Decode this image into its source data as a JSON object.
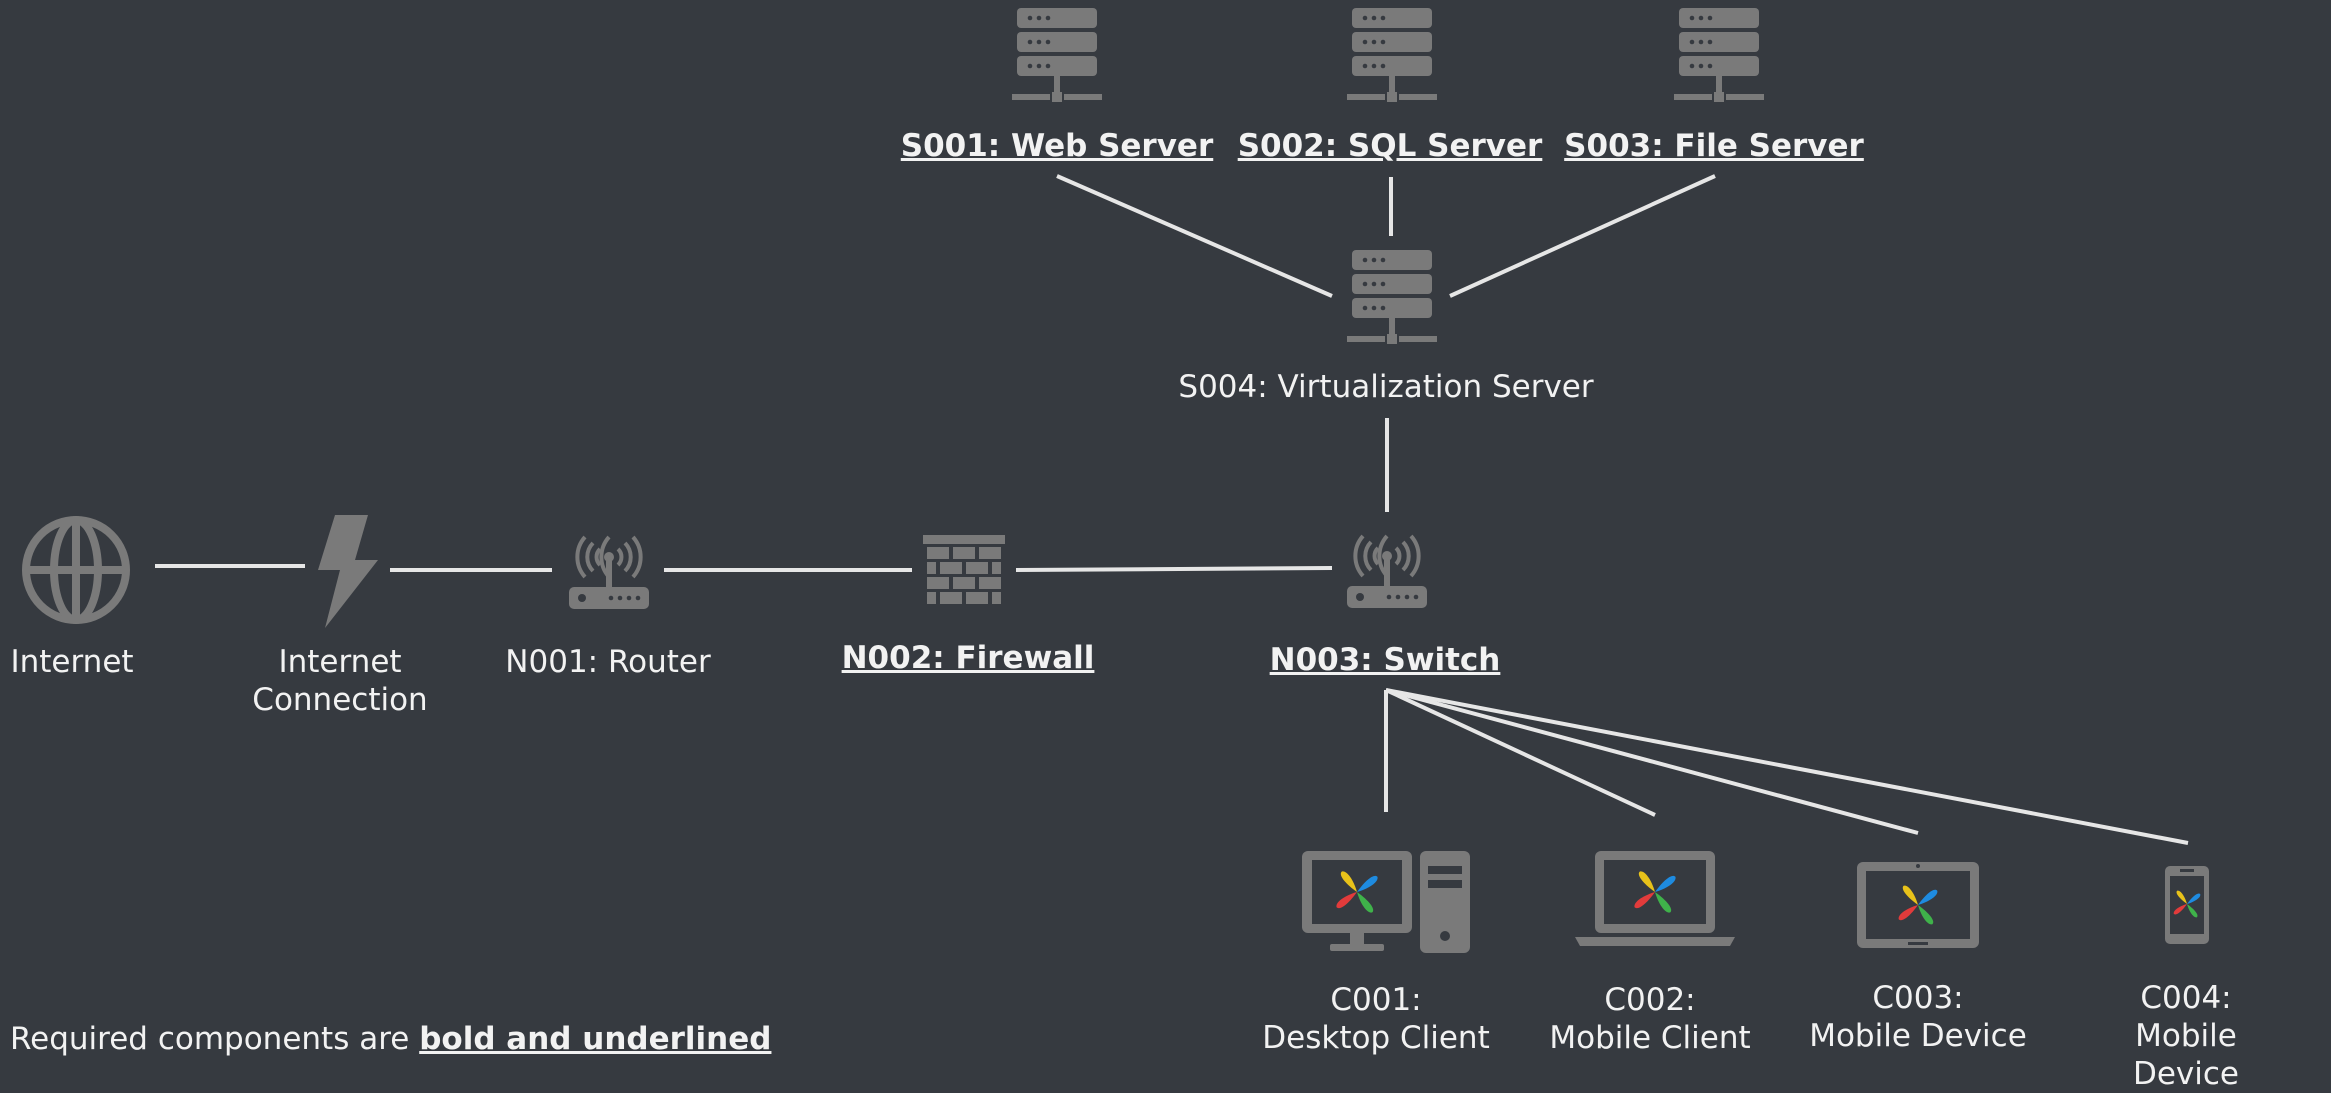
{
  "colors": {
    "background": "#363a40",
    "icon": "#7a7a7a",
    "line": "#e6e6e6",
    "text": "#f2f2f2"
  },
  "nodes": {
    "internet": {
      "label": "Internet",
      "icon": "globe-icon",
      "required": false
    },
    "internet_connection": {
      "label_line1": "Internet",
      "label_line2": "Connection",
      "icon": "lightning-icon",
      "required": false
    },
    "n001": {
      "label": "N001: Router",
      "icon": "router-icon",
      "required": false
    },
    "n002": {
      "label": "N002: Firewall",
      "icon": "firewall-icon",
      "required": true
    },
    "n003": {
      "label": "N003: Switch",
      "icon": "switch-icon",
      "required": true
    },
    "s001": {
      "label": "S001: Web Server",
      "icon": "server-icon",
      "required": true
    },
    "s002": {
      "label": "S002: SQL Server",
      "icon": "server-icon",
      "required": true
    },
    "s003": {
      "label": "S003: File Server",
      "icon": "server-icon",
      "required": true
    },
    "s004": {
      "label": "S004: Virtualization Server",
      "icon": "server-icon",
      "required": false
    },
    "c001": {
      "label_line1": "C001:",
      "label_line2": "Desktop Client",
      "icon": "desktop-icon",
      "required": false
    },
    "c002": {
      "label_line1": "C002:",
      "label_line2": "Mobile Client",
      "icon": "laptop-icon",
      "required": false
    },
    "c003": {
      "label_line1": "C003:",
      "label_line2": "Mobile Device",
      "icon": "tablet-icon",
      "required": false
    },
    "c004": {
      "label_line1": "C004:",
      "label_line2": "Mobile Device",
      "icon": "phone-icon",
      "required": false
    }
  },
  "connections": [
    [
      "internet",
      "internet_connection"
    ],
    [
      "internet_connection",
      "n001"
    ],
    [
      "n001",
      "n002"
    ],
    [
      "n002",
      "n003"
    ],
    [
      "n003",
      "s004"
    ],
    [
      "s004",
      "s001"
    ],
    [
      "s004",
      "s002"
    ],
    [
      "s004",
      "s003"
    ],
    [
      "n003",
      "c001"
    ],
    [
      "n003",
      "c002"
    ],
    [
      "n003",
      "c003"
    ],
    [
      "n003",
      "c004"
    ]
  ],
  "legend": {
    "prefix": "Required components are ",
    "emphasis": "bold and underlined"
  }
}
